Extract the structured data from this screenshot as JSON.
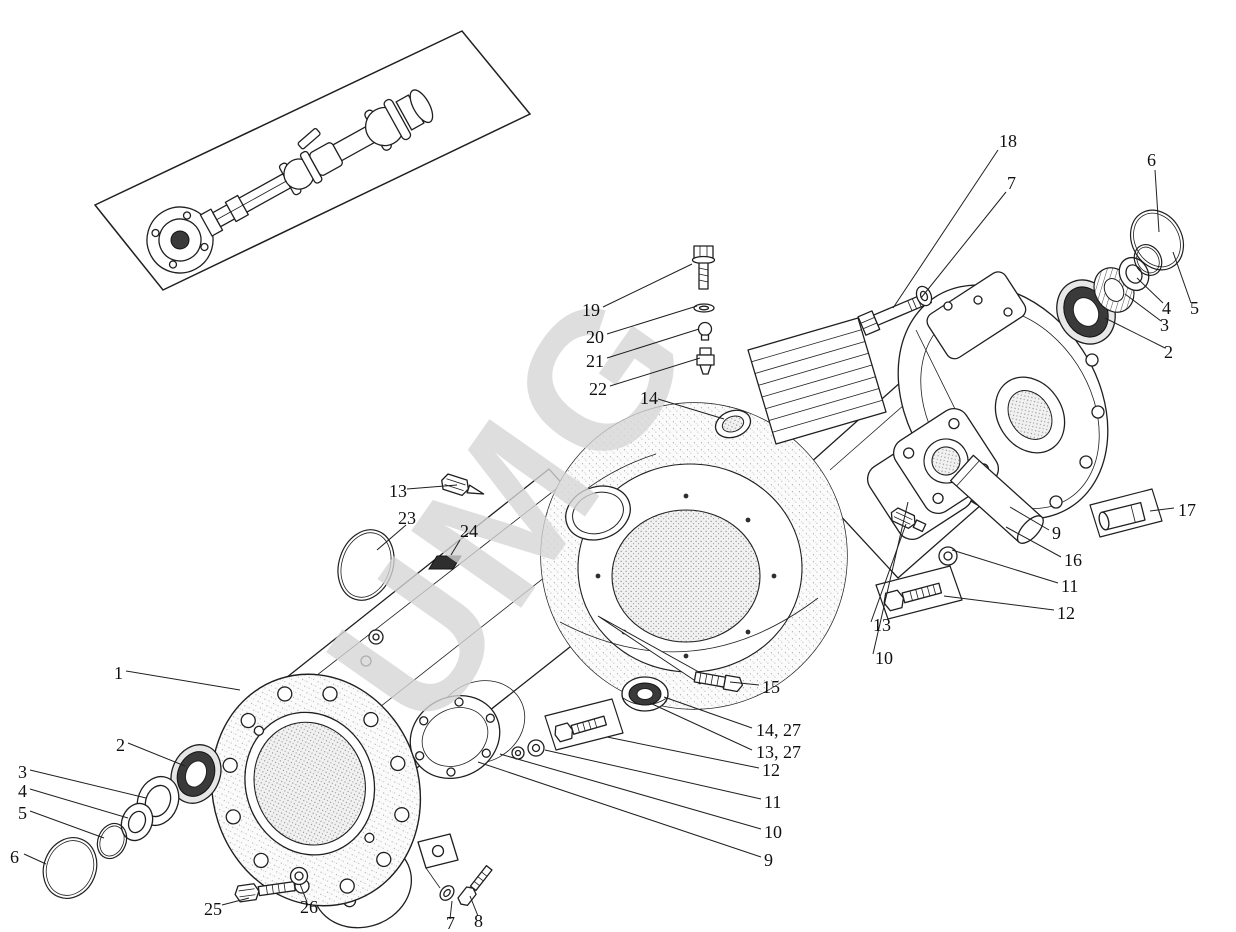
{
  "diagram": {
    "watermark": "UMG",
    "callouts": [
      {
        "id": "18",
        "label": "18"
      },
      {
        "id": "7-top",
        "label": "7"
      },
      {
        "id": "6-top",
        "label": "6"
      },
      {
        "id": "4-right",
        "label": "4"
      },
      {
        "id": "5-right",
        "label": "5"
      },
      {
        "id": "3-right",
        "label": "3"
      },
      {
        "id": "2-right",
        "label": "2"
      },
      {
        "id": "19",
        "label": "19"
      },
      {
        "id": "20",
        "label": "20"
      },
      {
        "id": "21",
        "label": "21"
      },
      {
        "id": "22",
        "label": "22"
      },
      {
        "id": "14-top",
        "label": "14"
      },
      {
        "id": "13-left",
        "label": "13"
      },
      {
        "id": "23",
        "label": "23"
      },
      {
        "id": "24",
        "label": "24"
      },
      {
        "id": "17",
        "label": "17"
      },
      {
        "id": "9-right",
        "label": "9"
      },
      {
        "id": "16",
        "label": "16"
      },
      {
        "id": "11-right",
        "label": "11"
      },
      {
        "id": "12-right",
        "label": "12"
      },
      {
        "id": "13-right",
        "label": "13"
      },
      {
        "id": "10-right",
        "label": "10"
      },
      {
        "id": "15",
        "label": "15"
      },
      {
        "id": "14-27",
        "label": "14, 27"
      },
      {
        "id": "13-27",
        "label": "13, 27"
      },
      {
        "id": "12-bottom",
        "label": "12"
      },
      {
        "id": "11-bottom",
        "label": "11"
      },
      {
        "id": "10-bottom",
        "label": "10"
      },
      {
        "id": "9-bottom",
        "label": "9"
      },
      {
        "id": "1",
        "label": "1"
      },
      {
        "id": "2-left",
        "label": "2"
      },
      {
        "id": "3-left",
        "label": "3"
      },
      {
        "id": "4-left",
        "label": "4"
      },
      {
        "id": "5-left",
        "label": "5"
      },
      {
        "id": "6-left",
        "label": "6"
      },
      {
        "id": "25",
        "label": "25"
      },
      {
        "id": "26",
        "label": "26"
      },
      {
        "id": "7-bottom",
        "label": "7"
      },
      {
        "id": "8-bottom",
        "label": "8"
      }
    ]
  }
}
